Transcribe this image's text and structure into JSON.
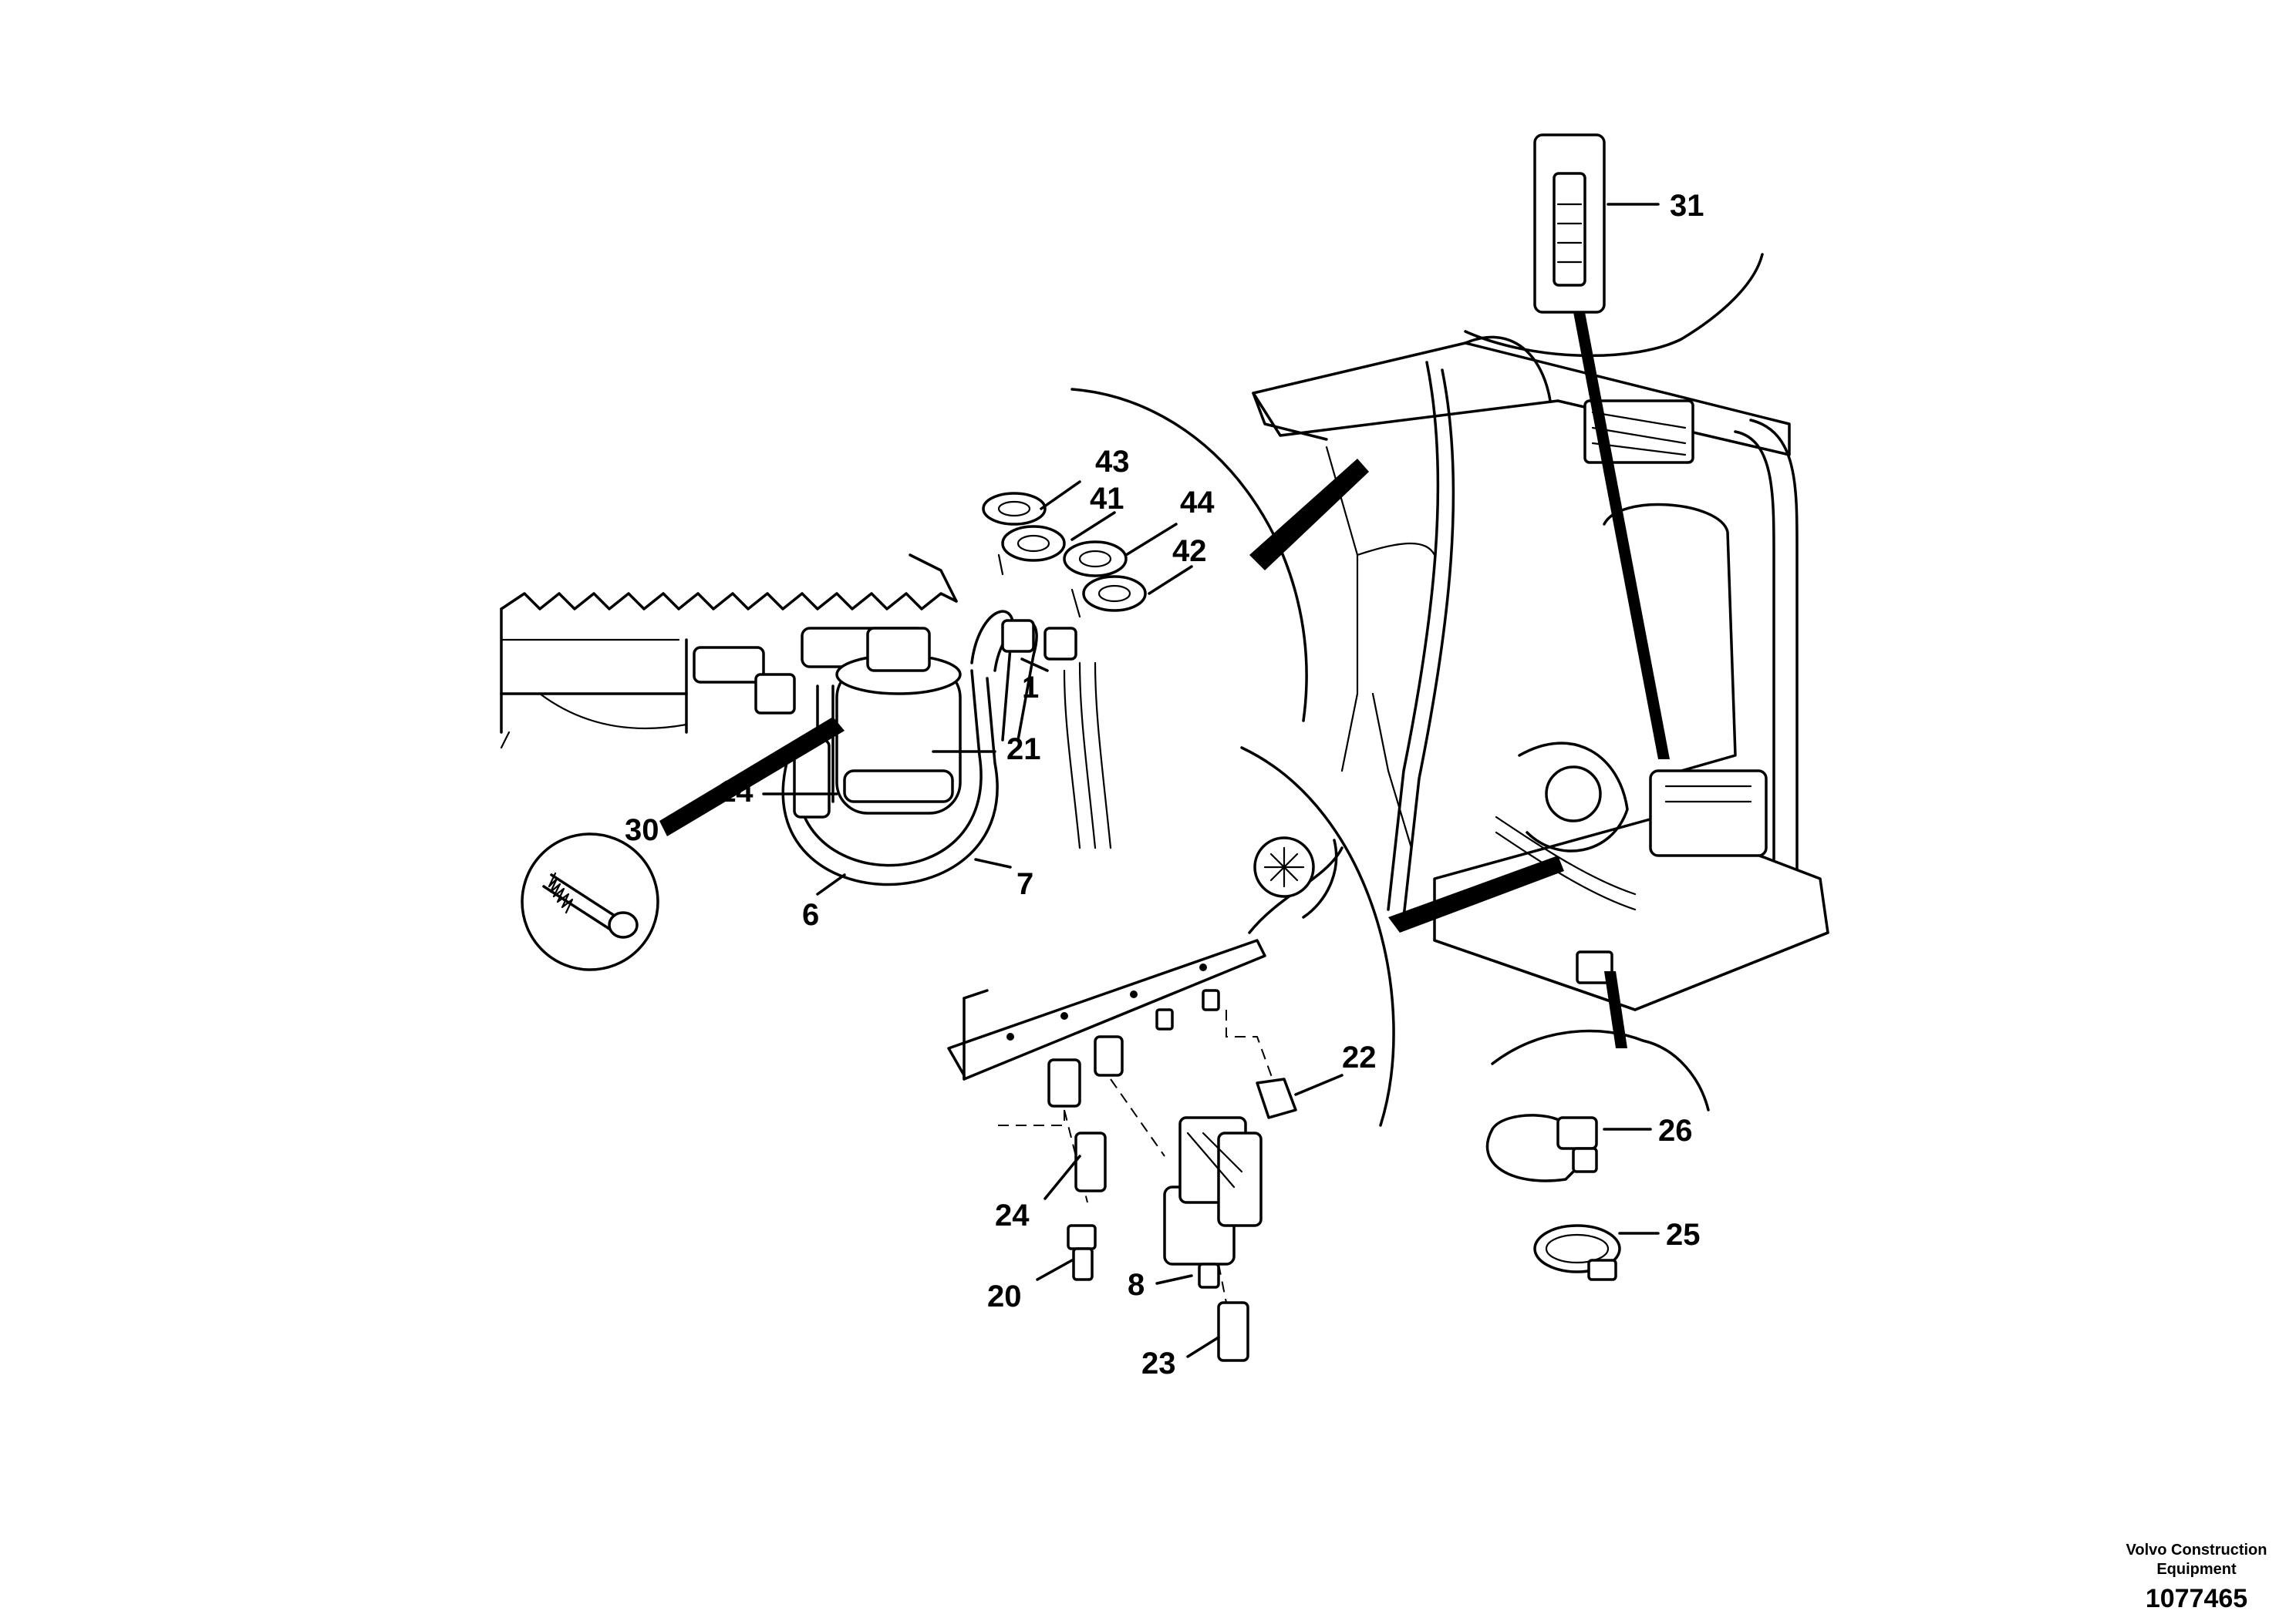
{
  "callouts": {
    "c1": "1",
    "c6": "6",
    "c7": "7",
    "c8": "8",
    "c14": "14",
    "c20": "20",
    "c21": "21",
    "c22": "22",
    "c23": "23",
    "c24": "24",
    "c25": "25",
    "c26": "26",
    "c30": "30",
    "c31": "31",
    "c41": "41",
    "c42": "42",
    "c43": "43",
    "c44": "44"
  },
  "footer": {
    "brand_line1": "Volvo Construction",
    "brand_line2": "Equipment",
    "doc_number": "1077465"
  }
}
